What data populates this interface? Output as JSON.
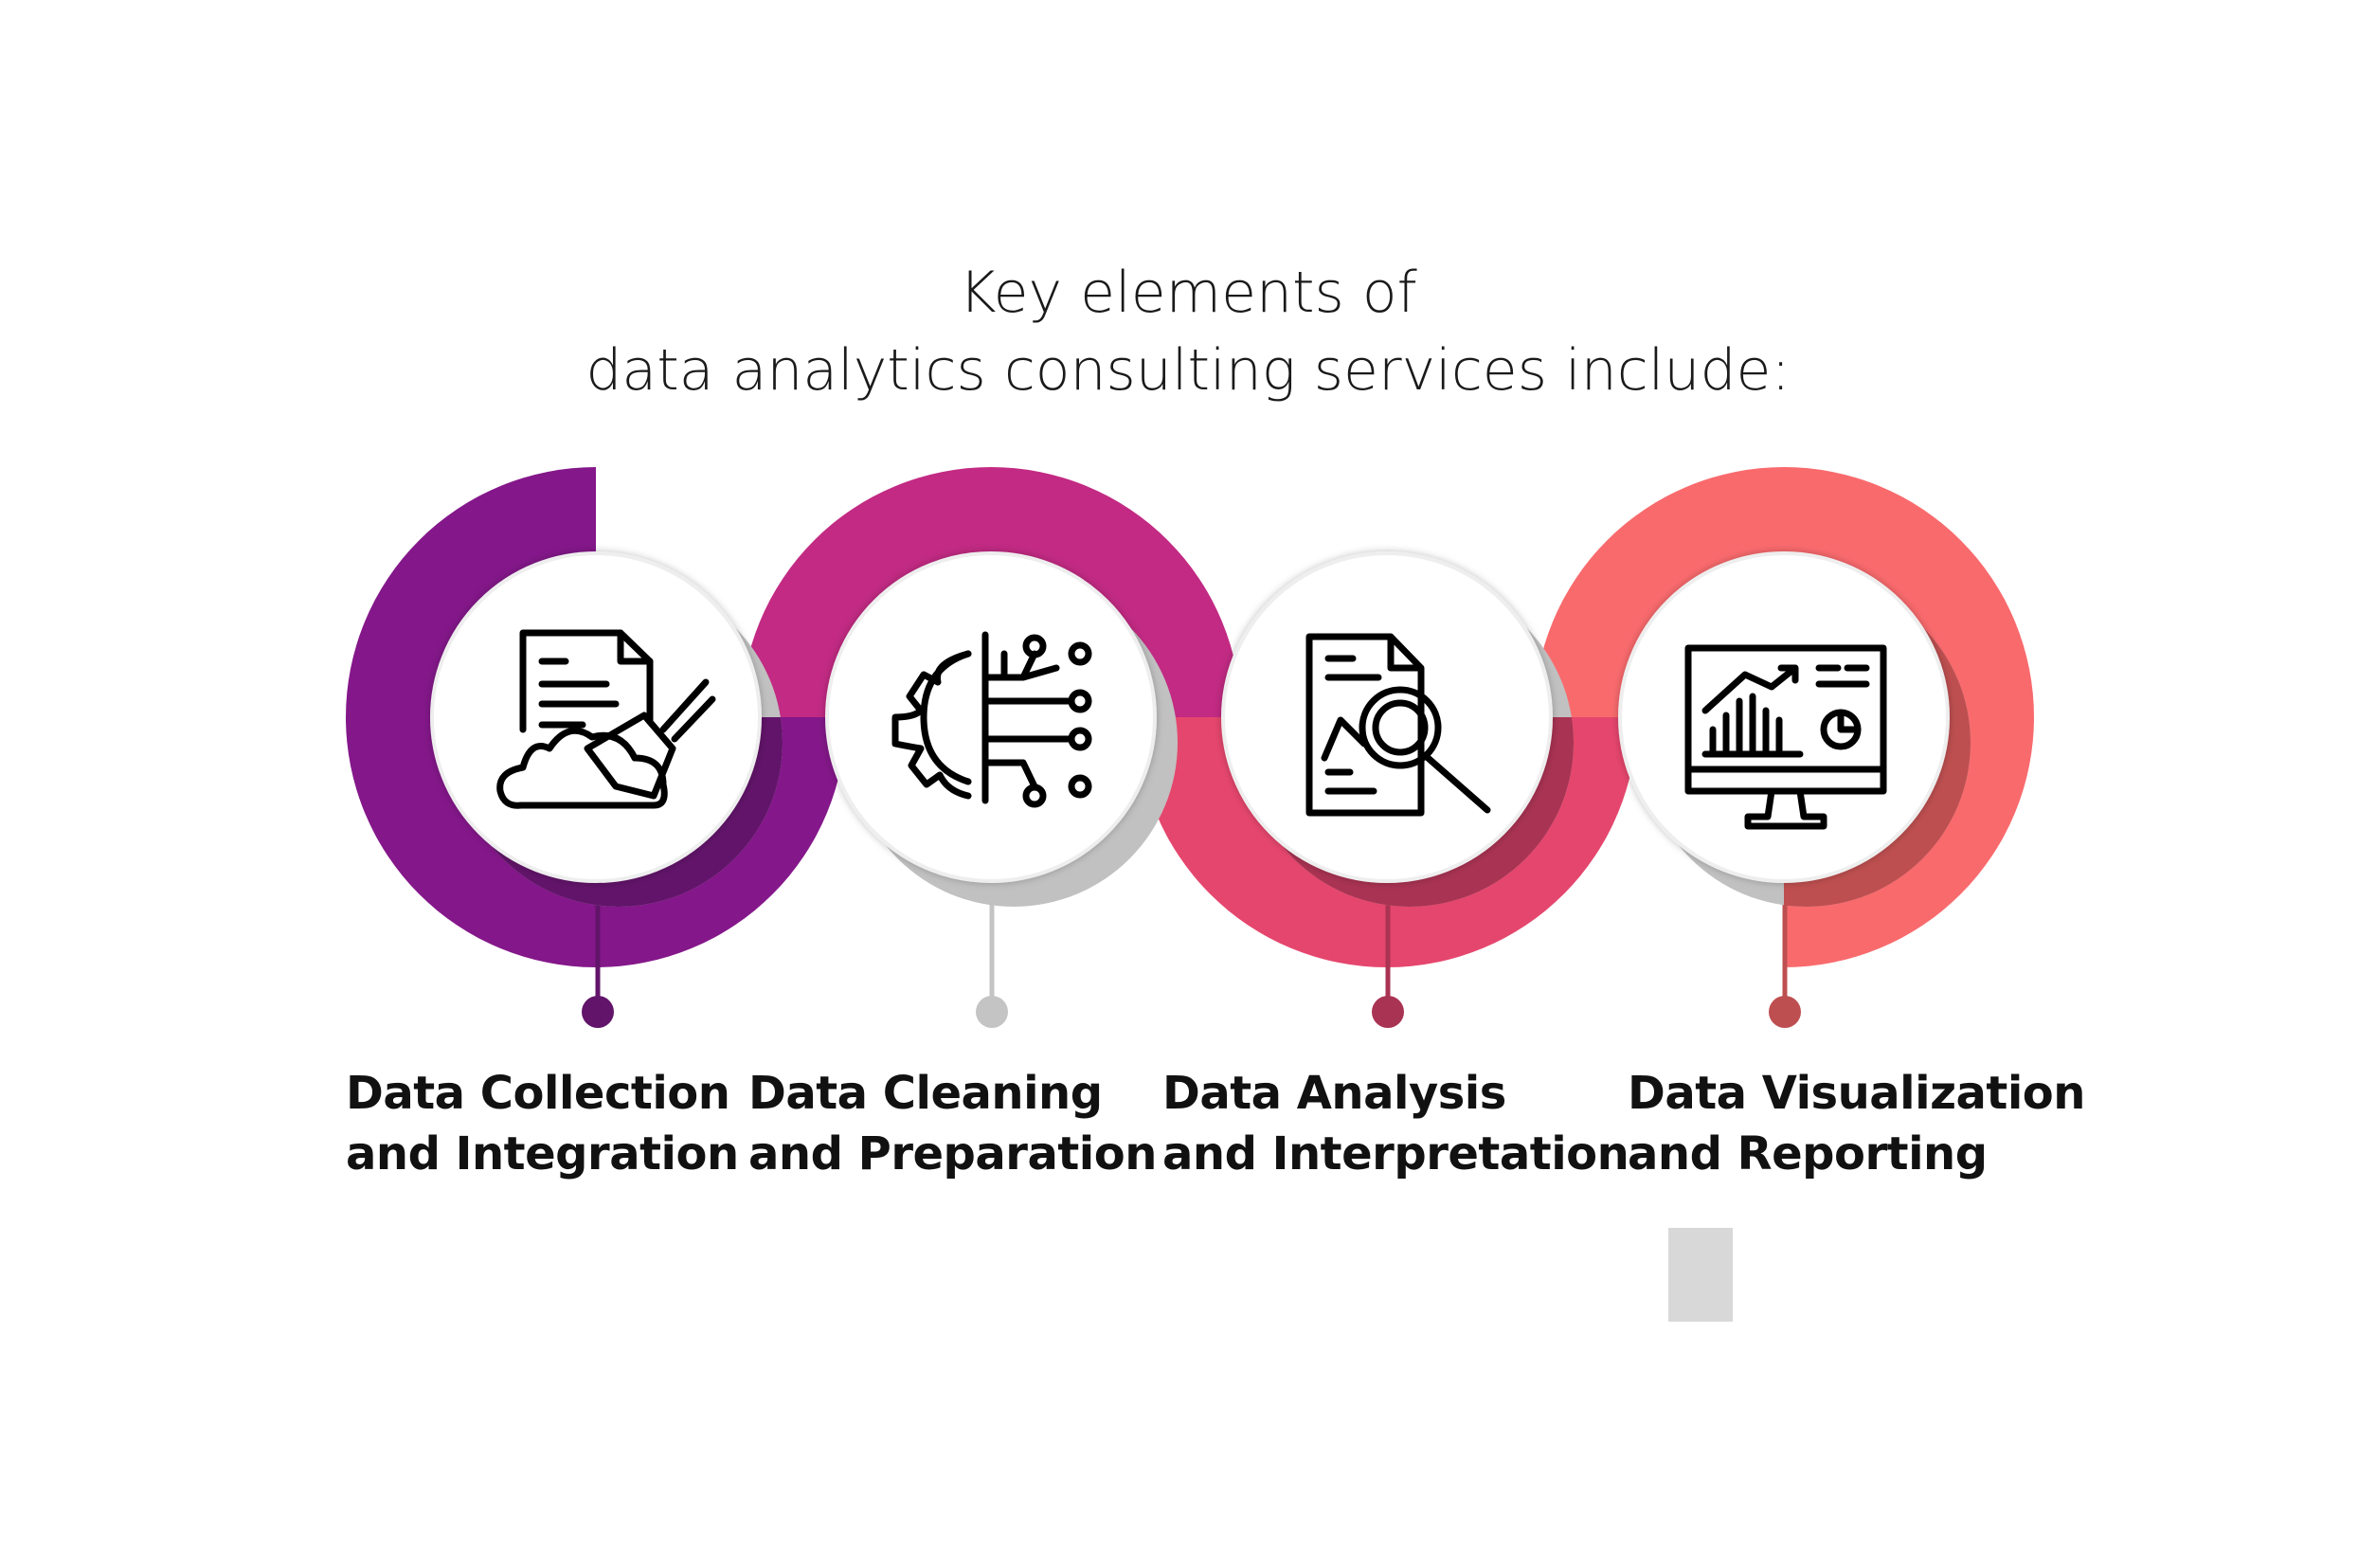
{
  "title": {
    "line1": "Key elements of",
    "line2": "data analytics consulting services include:"
  },
  "items": [
    {
      "line1": "Data Collection",
      "line2": "and Integration",
      "icon": "document-broom-cloud-icon",
      "color": "#84178A",
      "shade": "#62146A"
    },
    {
      "line1": "Data Cleaning",
      "line2": "and Preparation",
      "icon": "gear-circuit-icon",
      "color": "#C22A83",
      "shade": "#C2C2C2"
    },
    {
      "line1": "Data Analysis",
      "line2": "and Interpretation",
      "icon": "document-magnifier-icon",
      "color": "#E5466D",
      "shade": "#A93353"
    },
    {
      "line1": "Data Visualization",
      "line2": "and Reporting",
      "icon": "monitor-chart-icon",
      "color": "#F96A6D",
      "shade": "#BE4F50"
    }
  ]
}
